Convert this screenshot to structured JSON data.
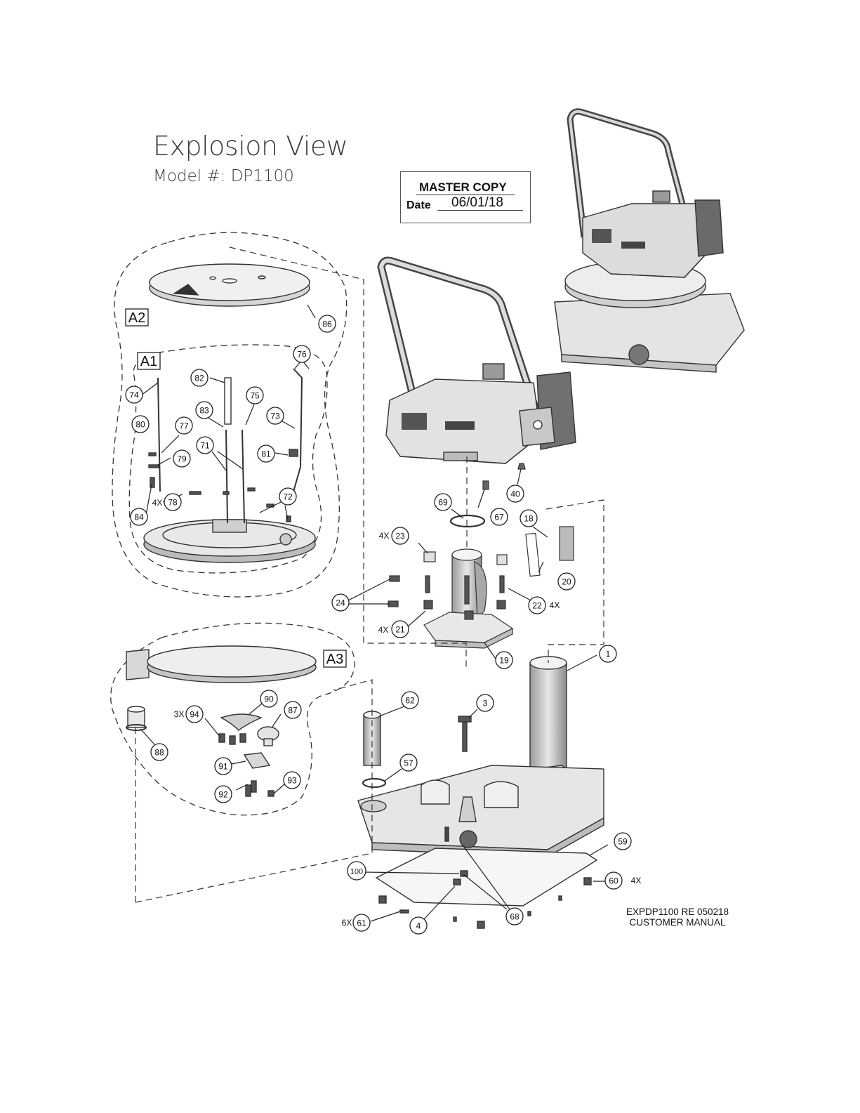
{
  "header": {
    "title": "Explosion View",
    "subtitle": "Model #: DP1100"
  },
  "stamp": {
    "label": "MASTER COPY",
    "date_label": "Date",
    "date_value": "06/01/18"
  },
  "groups": [
    "A1",
    "A2",
    "A3"
  ],
  "callouts": [
    "1",
    "3",
    "4",
    "18",
    "19",
    "20",
    "21",
    "22",
    "23",
    "24",
    "40",
    "57",
    "59",
    "60",
    "61",
    "62",
    "67",
    "68",
    "69",
    "71",
    "72",
    "73",
    "74",
    "75",
    "76",
    "77",
    "78",
    "79",
    "80",
    "81",
    "82",
    "83",
    "84",
    "86",
    "87",
    "88",
    "90",
    "91",
    "92",
    "93",
    "94",
    "100"
  ],
  "quantity_labels": {
    "c78": "4X",
    "c23": "4X",
    "c22": "4X",
    "c21": "4X",
    "c94": "3X",
    "c60": "4X",
    "c61": "6X"
  },
  "footer": {
    "line1": "EXPDP1100 RE 050218",
    "line2": "CUSTOMER MANUAL"
  }
}
